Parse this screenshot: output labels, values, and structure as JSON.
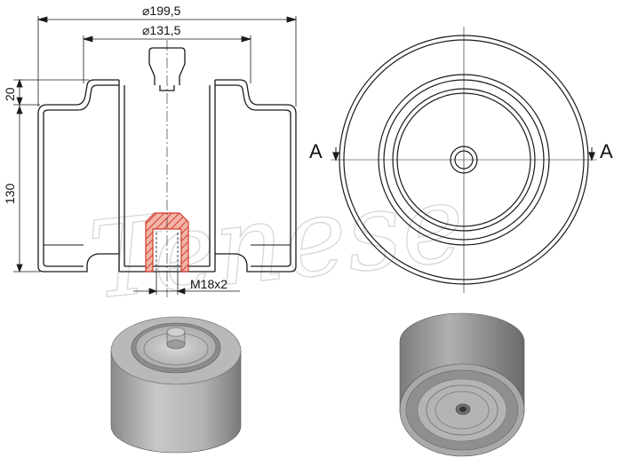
{
  "dimensions": {
    "outer_diameter": "⌀199,5",
    "inner_diameter": "⌀131,5",
    "top_height": "20",
    "body_height": "130",
    "thread": "M18x2"
  },
  "section": {
    "left_marker": "A",
    "right_marker": "A"
  },
  "watermark": "Tenese",
  "colors": {
    "line": "#1a1a1a",
    "hatch_fill": "#d33a2c",
    "metal_light": "#c9c9c9",
    "metal_dark": "#6f6f6f"
  }
}
